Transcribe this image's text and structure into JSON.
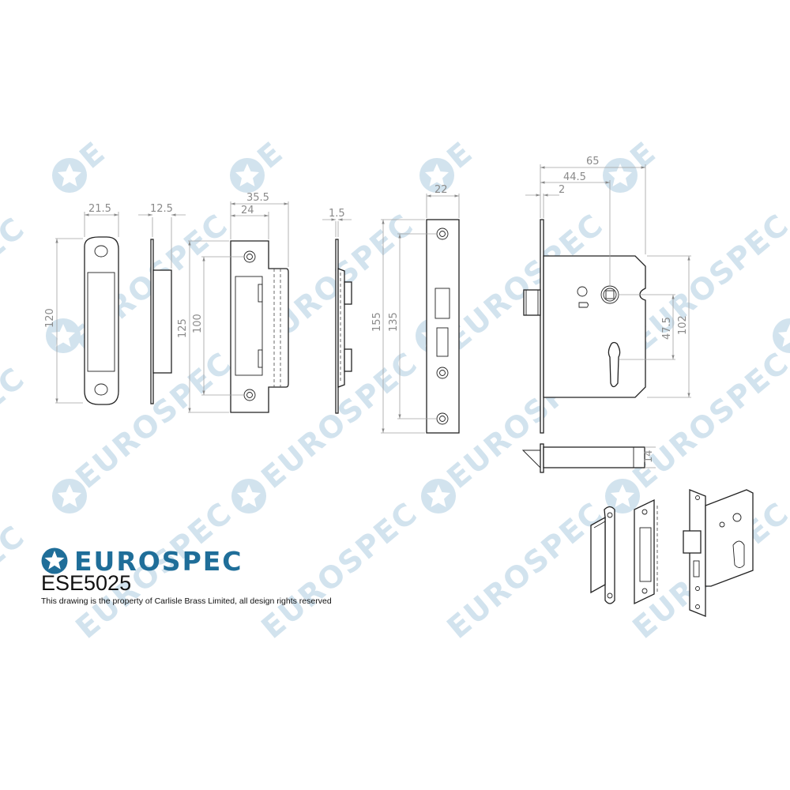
{
  "brand": {
    "name": "EUROSPEC",
    "color": "#1f6e99",
    "logo_icon": "star-in-circle"
  },
  "product": {
    "code": "ESE5025",
    "copyright": "This drawing is the property of Carlisle Brass Limited, all design rights reserved"
  },
  "watermark": {
    "text": "EUROSPEC",
    "color": "#d2e3ee"
  },
  "views": {
    "strike_box_front": {
      "width": "21.5",
      "height": "120"
    },
    "strike_box_side": {
      "depth": "12.5"
    },
    "strike_plate_front": {
      "overall_width": "35.5",
      "plate_width": "24",
      "height": "125",
      "screw_centres": "100"
    },
    "strike_plate_side": {
      "thickness": "1.5"
    },
    "forend": {
      "width": "22",
      "height": "155",
      "screw_centres": "135"
    },
    "lock_body": {
      "case_depth": "65",
      "backset": "44.5",
      "forend_thickness": "2",
      "centres": "47.5",
      "case_height": "102"
    },
    "latch_bolt": {
      "height": "14"
    }
  }
}
